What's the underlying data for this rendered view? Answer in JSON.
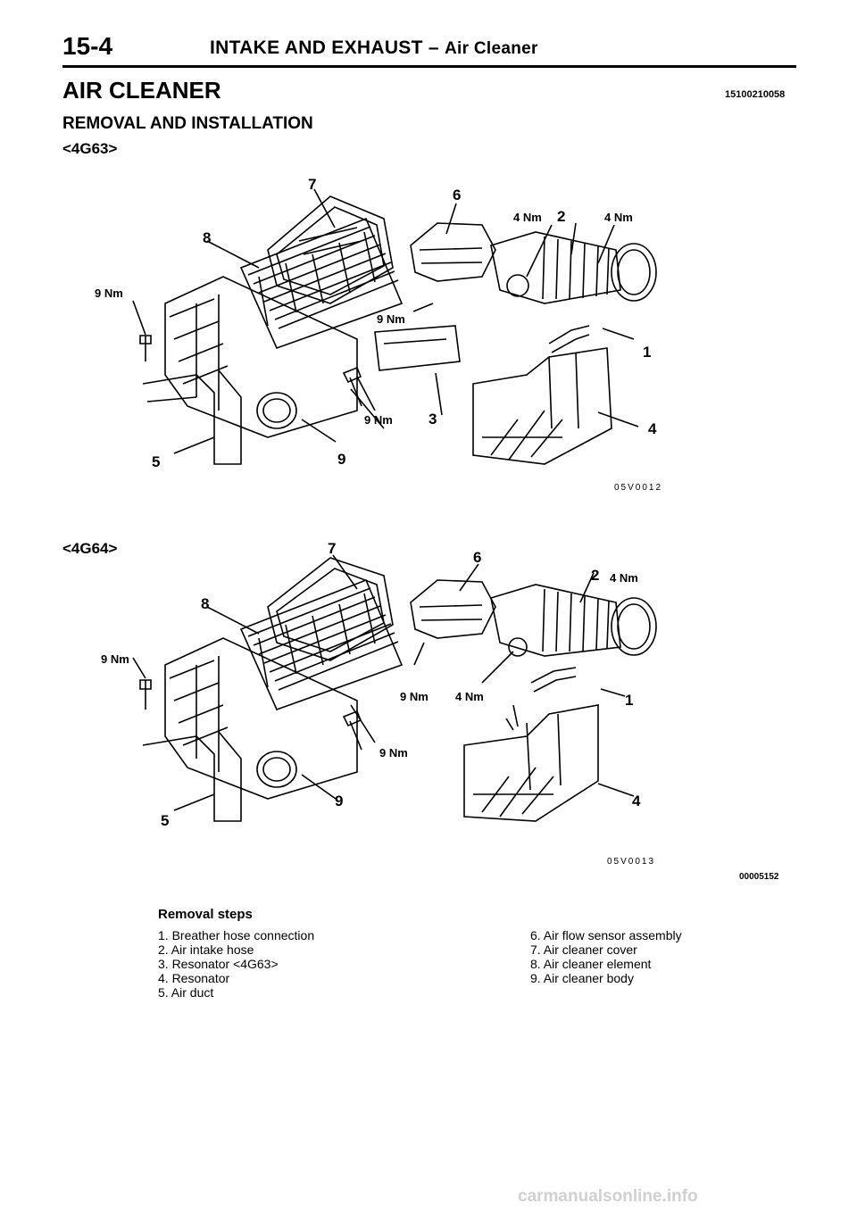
{
  "header": {
    "page_number": "15-4",
    "title": "INTAKE AND EXHAUST",
    "dash": "–",
    "subtitle": "Air Cleaner"
  },
  "section": {
    "title": "AIR CLEANER",
    "code": "15100210058",
    "subtitle": "REMOVAL AND INSTALLATION"
  },
  "figures": [
    {
      "variant": "<4G63>",
      "code": "05V0012",
      "callouts": [
        "7",
        "6",
        "8",
        "2",
        "1",
        "4",
        "3",
        "5",
        "9"
      ],
      "torques": [
        "4 Nm",
        "4 Nm",
        "9 Nm",
        "9 Nm",
        "9 Nm"
      ]
    },
    {
      "variant": "<4G64>",
      "code": "05V0013",
      "callouts": [
        "7",
        "6",
        "8",
        "2",
        "1",
        "4",
        "5",
        "9"
      ],
      "torques": [
        "4 Nm",
        "9 Nm",
        "9 Nm",
        "4 Nm",
        "9 Nm"
      ]
    }
  ],
  "doc_code": "00005152",
  "removal": {
    "heading": "Removal steps",
    "steps_left": [
      "1. Breather hose connection",
      "2. Air intake hose",
      "3. Resonator <4G63>",
      "4. Resonator",
      "5. Air duct"
    ],
    "steps_right": [
      "6. Air flow sensor assembly",
      "7. Air cleaner cover",
      "8. Air cleaner element",
      "9. Air cleaner body"
    ]
  },
  "footer": "carmanualsonline.info"
}
